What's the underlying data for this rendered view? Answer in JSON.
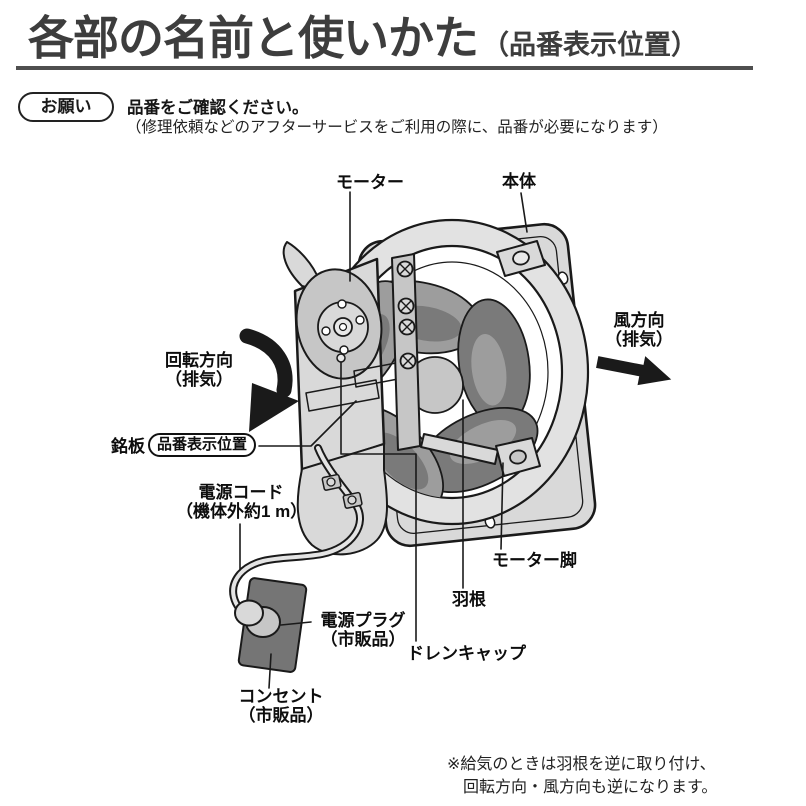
{
  "colors": {
    "ink": "#1a1a1a",
    "rule": "#4f4f4f",
    "metal_light": "#d9d9d9",
    "metal_mid": "#c6c6c6",
    "metal_ring": "#e2e2e2",
    "blade_mid": "#9d9d9d",
    "blade_dark": "#7a7a7a",
    "outlet": "#757575"
  },
  "header": {
    "title": "各部の名前と使いかた",
    "title_note": "（品番表示位置）"
  },
  "notice": {
    "badge": "お願い",
    "heading": "品番をご確認ください。",
    "detail": "（修理依頼などのアフターサービスをご利用の際に、品番が必要になります）"
  },
  "diagram": {
    "labels": {
      "motor": "モーター",
      "body": "本体",
      "rotation_direction": [
        "回転方向",
        "（排気）"
      ],
      "wind_direction": [
        "風方向",
        "（排気）"
      ],
      "nameplate": "銘板",
      "nameplate_pill": "品番表示位置",
      "power_cord": [
        "電源コード",
        "（機体外約1 m）"
      ],
      "power_plug": [
        "電源プラグ",
        "（市販品）"
      ],
      "outlet": [
        "コンセント",
        "（市販品）"
      ],
      "drain_cap": "ドレンキャップ",
      "blade": "羽根",
      "motor_leg": "モーター脚"
    }
  },
  "footnote": [
    "※給気のときは羽根を逆に取り付け、",
    "回転方向・風方向も逆になります。"
  ]
}
